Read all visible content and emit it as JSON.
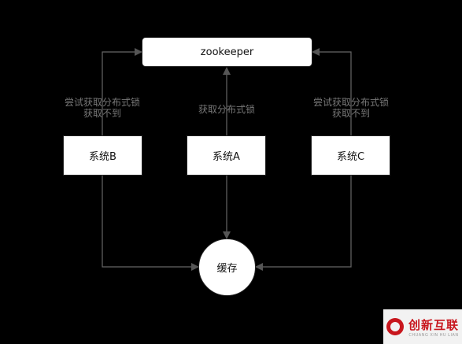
{
  "nodes": {
    "zookeeper": "zookeeper",
    "system_a": "系统A",
    "system_b": "系统B",
    "system_c": "系统C",
    "cache": "缓存"
  },
  "labels": {
    "left": [
      "尝试获取分布式锁",
      "获取不到"
    ],
    "center": "获取分布式锁",
    "right": [
      "尝试获取分布式锁",
      "获取不到"
    ]
  },
  "watermark": {
    "main": "创新互联",
    "sub": "CHUANG XIN HU LIAN"
  }
}
